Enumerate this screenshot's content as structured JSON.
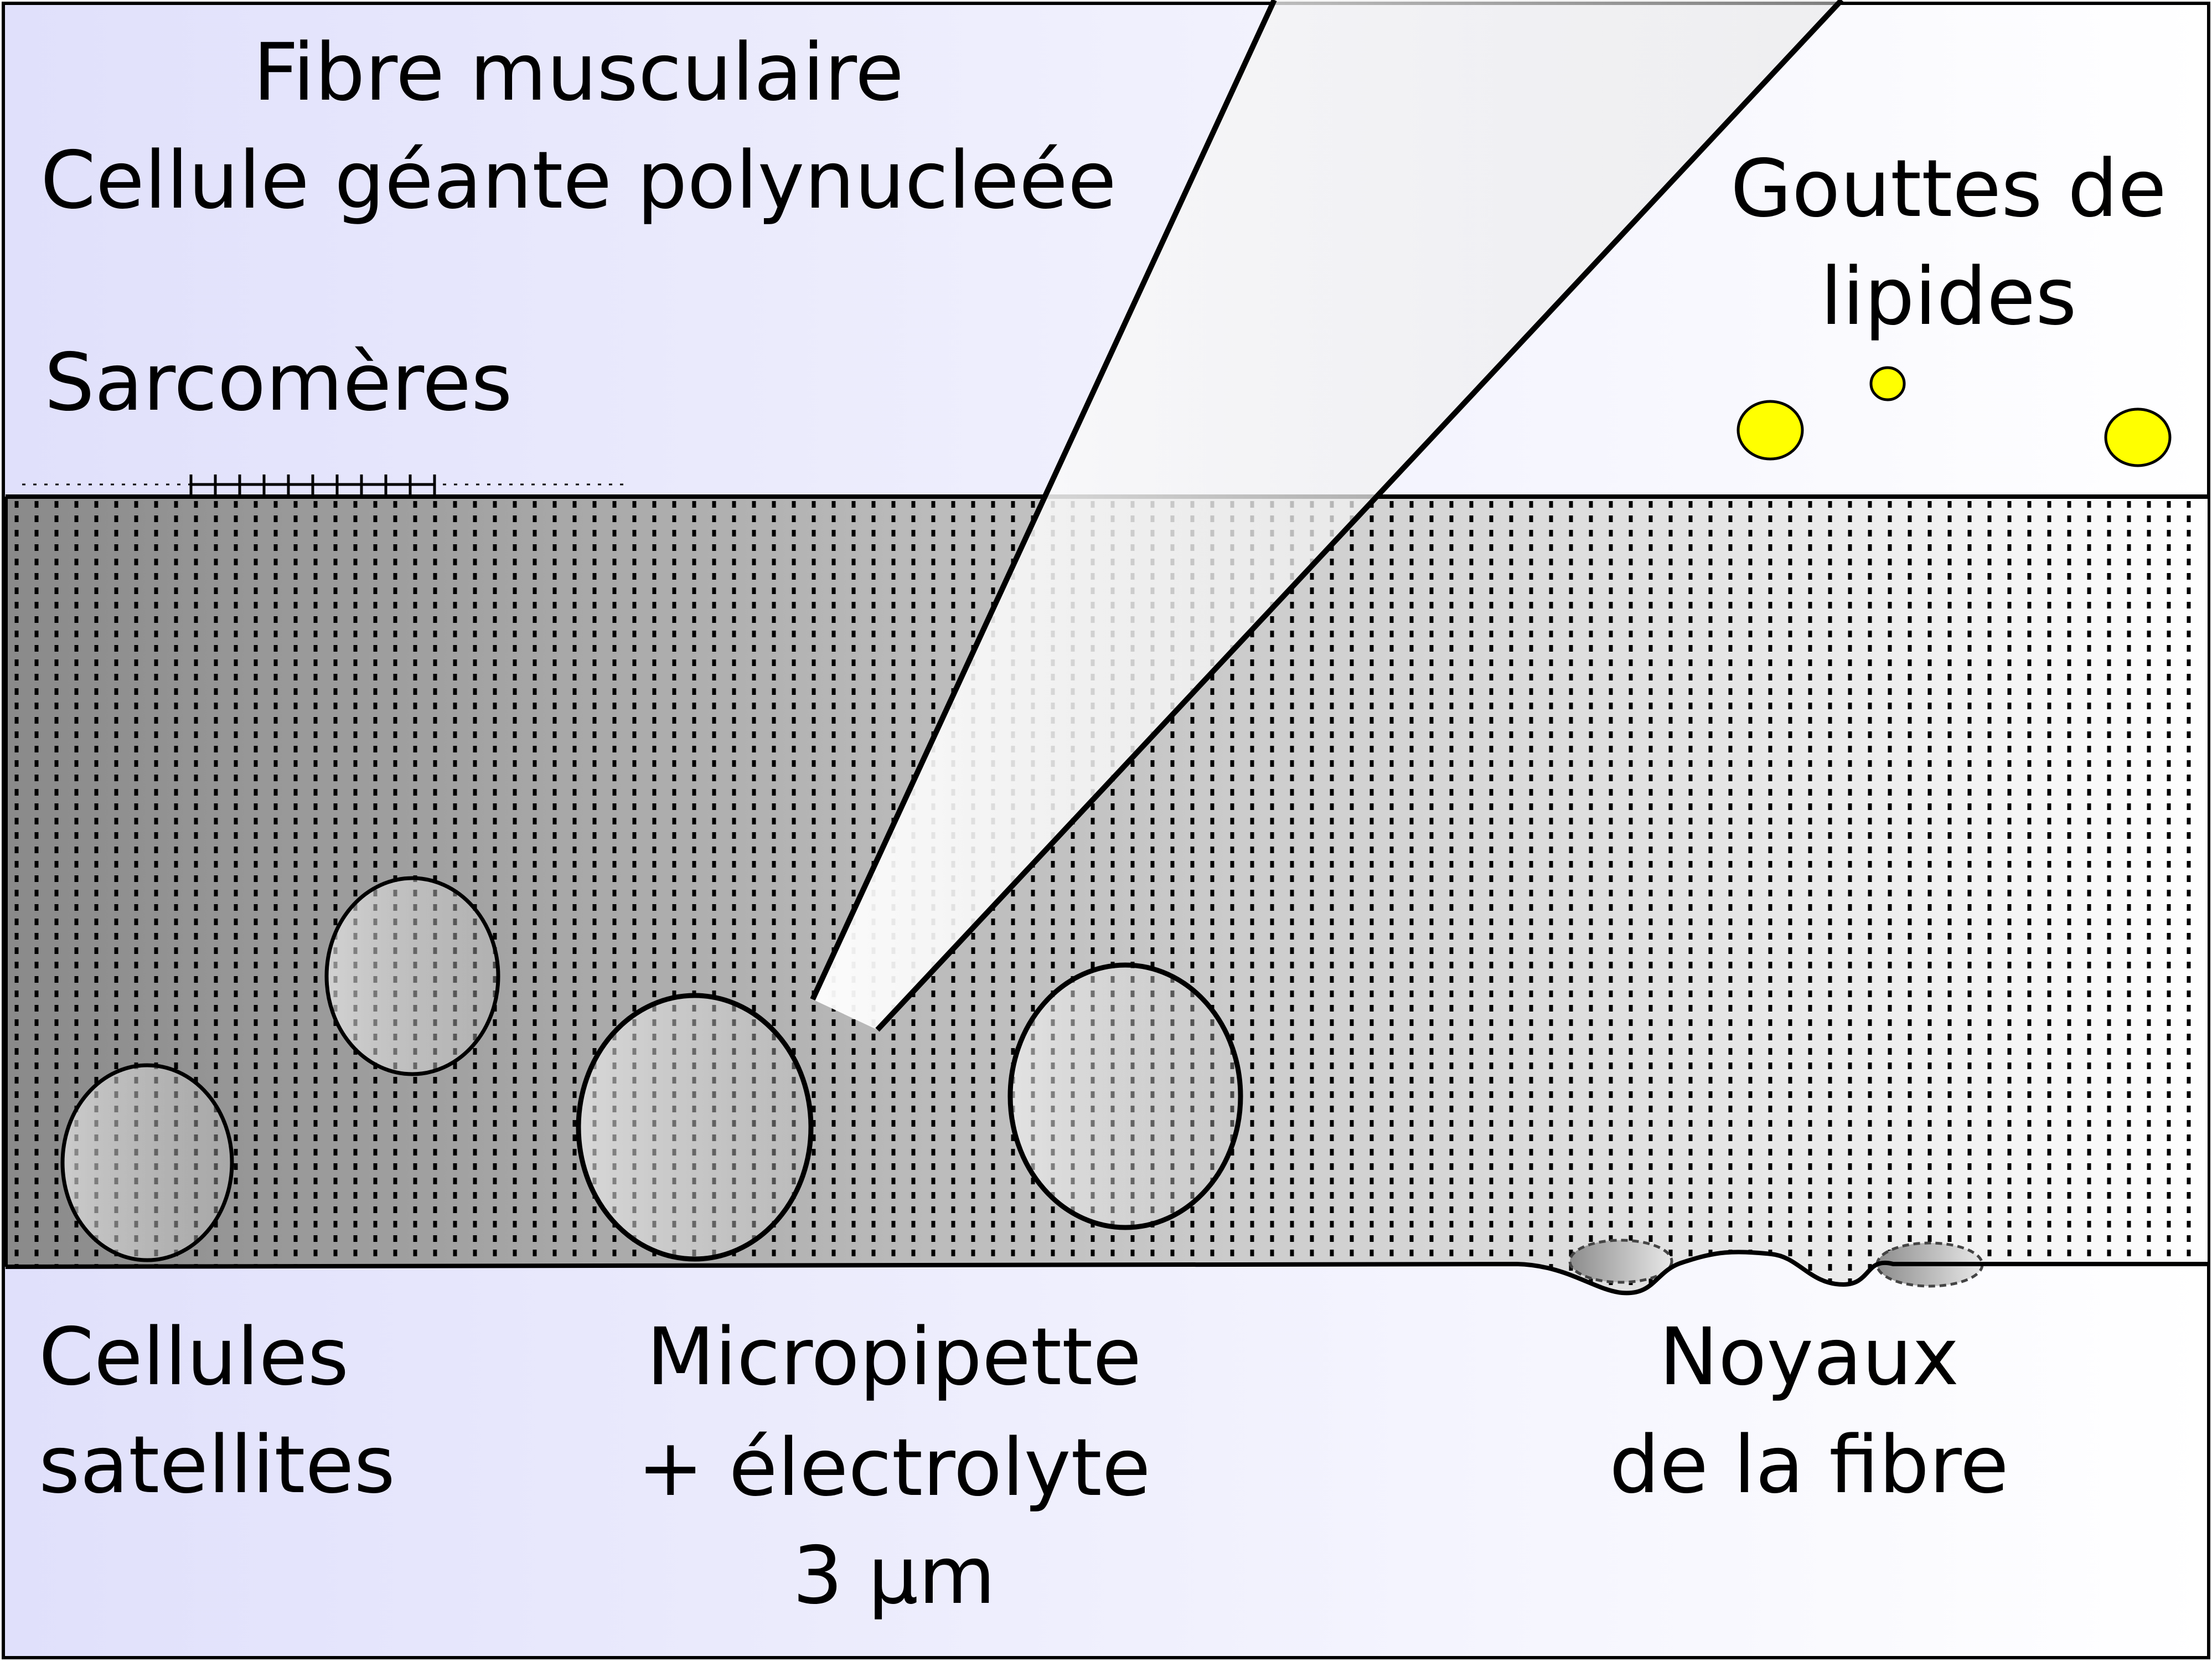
{
  "labels": {
    "title_line1": "Fibre musculaire",
    "title_line2": "Cellule géante polynucleée",
    "sarcomeres": "Sarcomères",
    "lipids_line1": "Gouttes de",
    "lipids_line2": "lipides",
    "satellite_line1": "Cellules",
    "satellite_line2": "satellites",
    "pipette_line1": "Micropipette",
    "pipette_line2": "+ électrolyte",
    "pipette_line3": "3 µm",
    "nuclei_line1": "Noyaux",
    "nuclei_line2": "de la fibre"
  },
  "colors": {
    "background_left": "#e0e0fb",
    "background_right": "#ffffff",
    "fibre_dark": "#8a8a8a",
    "fibre_light": "#ffffff",
    "lipid_fill": "#ffff00",
    "outline": "#000000"
  }
}
